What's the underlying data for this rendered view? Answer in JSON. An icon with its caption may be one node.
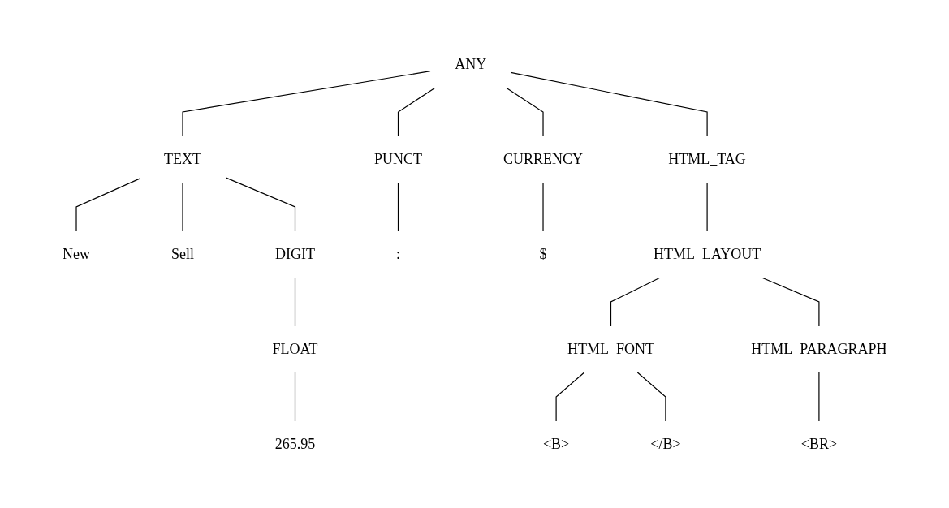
{
  "diagram": {
    "nodes": [
      {
        "text": [
          "ANY"
        ]
      },
      {
        "text": [
          "TEXT"
        ]
      },
      {
        "text": [
          "PUNCT"
        ]
      },
      {
        "text": [
          "CURRENCY"
        ]
      },
      {
        "text": [
          "HTML_TAG"
        ]
      },
      {
        "text": [
          "New"
        ]
      },
      {
        "text": [
          "Sell"
        ]
      },
      {
        "text": [
          "DIGIT"
        ]
      },
      {
        "text": [
          ":"
        ]
      },
      {
        "text": [
          "$"
        ]
      },
      {
        "text": [
          "HTML_LAYOUT"
        ]
      },
      {
        "text": [
          "FLOAT"
        ]
      },
      {
        "text": [
          "HTML_FONT"
        ]
      },
      {
        "text": [
          "HTML_PARAGRAPH"
        ]
      },
      {
        "text": [
          "265.95"
        ]
      },
      {
        "text": [
          "<B>"
        ]
      },
      {
        "text": [
          "</B>"
        ]
      },
      {
        "text": [
          "<BR>"
        ]
      }
    ],
    "edges": [
      {
        "from": 0,
        "to": 1,
        "arrow": "none"
      },
      {
        "from": 0,
        "to": 2,
        "arrow": "none"
      },
      {
        "from": 0,
        "to": 3,
        "arrow": "none"
      },
      {
        "from": 0,
        "to": 4,
        "arrow": "none"
      },
      {
        "from": 1,
        "to": 5,
        "arrow": "none"
      },
      {
        "from": 1,
        "to": 6,
        "arrow": "none"
      },
      {
        "from": 1,
        "to": 7,
        "arrow": "none"
      },
      {
        "from": 2,
        "to": 8,
        "arrow": "none"
      },
      {
        "from": 3,
        "to": 9,
        "arrow": "none"
      },
      {
        "from": 4,
        "to": 10,
        "arrow": "none"
      },
      {
        "from": 7,
        "to": 11,
        "arrow": "none"
      },
      {
        "from": 10,
        "to": 12,
        "arrow": "none"
      },
      {
        "from": 10,
        "to": 13,
        "arrow": "none"
      },
      {
        "from": 11,
        "to": 14,
        "arrow": "none"
      },
      {
        "from": 12,
        "to": 15,
        "arrow": "none"
      },
      {
        "from": 12,
        "to": 16,
        "arrow": "none"
      },
      {
        "from": 13,
        "to": 17,
        "arrow": "none"
      }
    ]
  }
}
